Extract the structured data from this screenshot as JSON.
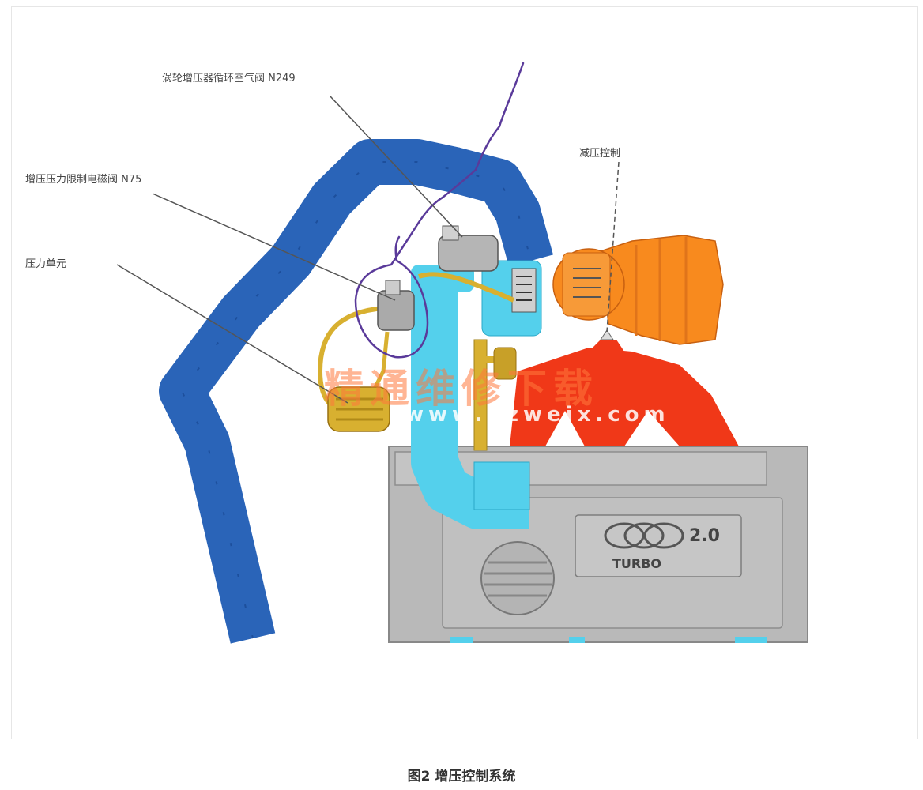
{
  "labels": {
    "n249": "涡轮增压器循环空气阀 N249",
    "n75": "增压压力限制电磁阀 N75",
    "pressure_unit": "压力单元",
    "relief": "减压控制"
  },
  "engine": {
    "badge_number": "2.0",
    "badge_text": "TURBO"
  },
  "watermark": {
    "line1": "精通维修下载",
    "line2": "www.gzweix.com"
  },
  "caption": "图2 增压控制系统",
  "colors": {
    "intake_hose": "#2a64b8",
    "charge_pipe": "#54d0ec",
    "turbo": "#f88a1e",
    "exhaust_manifold": "#f03818",
    "engine_block": "#b9b9b9",
    "brass": "#d8b030",
    "annotation": "#5a3a9a"
  }
}
